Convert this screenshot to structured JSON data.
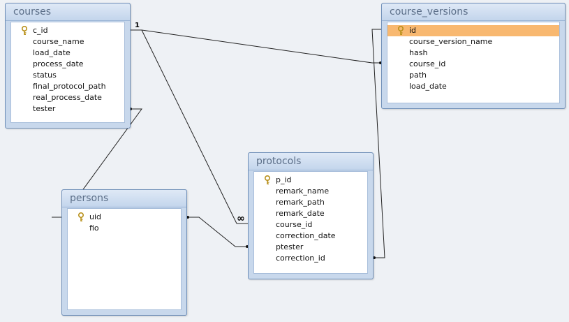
{
  "tables": {
    "courses": {
      "title": "courses",
      "fields": [
        {
          "name": "c_id",
          "key": true
        },
        {
          "name": "course_name",
          "key": false
        },
        {
          "name": "load_date",
          "key": false
        },
        {
          "name": "process_date",
          "key": false
        },
        {
          "name": "status",
          "key": false
        },
        {
          "name": "final_protocol_path",
          "key": false
        },
        {
          "name": "real_process_date",
          "key": false
        },
        {
          "name": "tester",
          "key": false
        }
      ]
    },
    "course_versions": {
      "title": "course_versions",
      "fields": [
        {
          "name": "id",
          "key": true,
          "selected": true
        },
        {
          "name": "course_version_name",
          "key": false
        },
        {
          "name": "hash",
          "key": false
        },
        {
          "name": "course_id",
          "key": false
        },
        {
          "name": "path",
          "key": false
        },
        {
          "name": "load_date",
          "key": false
        }
      ]
    },
    "protocols": {
      "title": "protocols",
      "fields": [
        {
          "name": "p_id",
          "key": true
        },
        {
          "name": "remark_name",
          "key": false
        },
        {
          "name": "remark_path",
          "key": false
        },
        {
          "name": "remark_date",
          "key": false
        },
        {
          "name": "course_id",
          "key": false
        },
        {
          "name": "correction_date",
          "key": false
        },
        {
          "name": "ptester",
          "key": false
        },
        {
          "name": "correction_id",
          "key": false
        }
      ]
    },
    "persons": {
      "title": "persons",
      "fields": [
        {
          "name": "uid",
          "key": true
        },
        {
          "name": "fio",
          "key": false
        }
      ]
    }
  },
  "relationship_labels": {
    "one": "1",
    "many": "∞"
  },
  "colors": {
    "selected_row": "#f8b870",
    "table_frame": "#c8d8ec",
    "title_text": "#5b6e88",
    "key_icon": "#c9a227"
  }
}
